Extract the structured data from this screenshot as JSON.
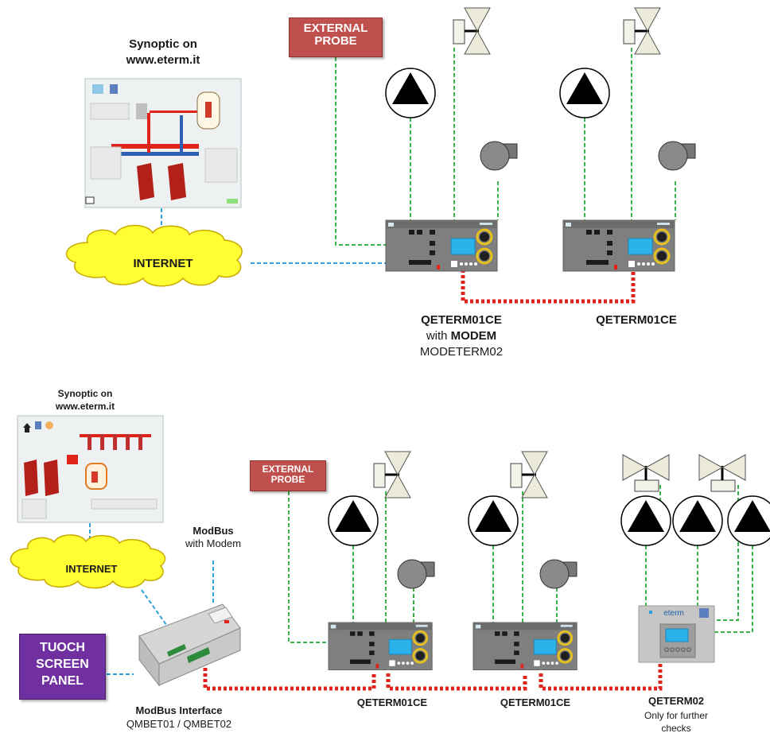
{
  "top": {
    "synoptic_title": "Synoptic on",
    "synoptic_url": "www.eterm.it",
    "internet_label": "INTERNET",
    "probe_line1": "EXTERNAL",
    "probe_line2": "PROBE",
    "ctrl1_name": "QETERM01CE",
    "ctrl1_with": "with ",
    "ctrl1_modem": "MODEM",
    "ctrl1_model": "MODETERM02",
    "ctrl2_name": "QETERM01CE"
  },
  "bottom": {
    "synoptic_title": "Synoptic on",
    "synoptic_url": "www.eterm.it",
    "internet_label": "INTERNET",
    "modbus_title": "ModBus",
    "modbus_sub": "with Modem",
    "panel_line1": "TUOCH",
    "panel_line2": "SCREEN",
    "panel_line3": "PANEL",
    "interface_title": "ModBus Interface",
    "interface_models": "QMBET01 / QMBET02",
    "probe_line1": "EXTERNAL",
    "probe_line2": "PROBE",
    "ctrl1_name": "QETERM01CE",
    "ctrl2_name": "QETERM01CE",
    "ctrl3_name": "QETERM02",
    "ctrl3_note1": "Only for further",
    "ctrl3_note2": "checks",
    "ctrl3_logo": "eterm"
  },
  "colors": {
    "green_link": "#3cb34a",
    "blue_link": "#2e9fd8",
    "red_bus": "#e0241b",
    "cloud_fill": "#ffff33",
    "probe_fill": "#c0504d",
    "panel_fill": "#7030a0",
    "controller_fill": "#7f7f7f",
    "display_fill": "#2ab3ea"
  },
  "icons": [
    "pump-icon",
    "valve-icon",
    "fan-icon",
    "cloud-icon",
    "controller-icon",
    "modbus-interface-icon",
    "synoptic-screen-icon"
  ]
}
